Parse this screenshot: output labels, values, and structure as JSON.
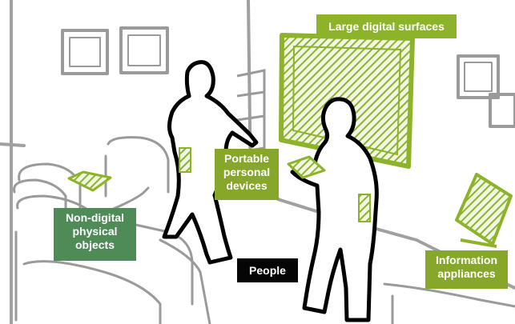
{
  "labels": {
    "large_surfaces": "Large digital surfaces",
    "portable_devices": "Portable personal devices",
    "non_digital_objects": "Non-digital physical objects",
    "people": "People",
    "information_appliances": "Information appliances"
  },
  "colors": {
    "accent_green": "#8db32b",
    "dark_green": "#4f8b57",
    "sketch_gray": "#9a9a9a",
    "people_outline": "#000000"
  }
}
